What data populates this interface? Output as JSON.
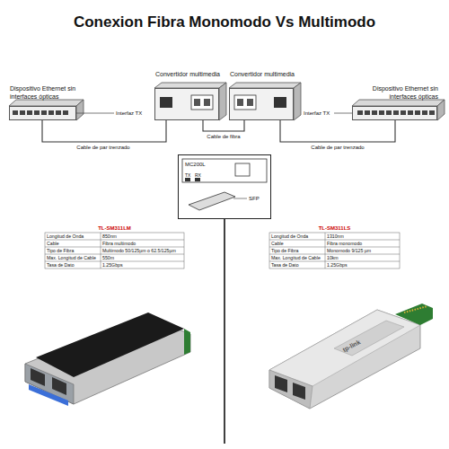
{
  "diagram": {
    "title": "Conexion Fibra Monomodo Vs Multimodo",
    "nodes": [
      {
        "text": [
          "Dispositivo Ethernet sin interfaces ópticas"
        ]
      },
      {
        "text": [
          "Convertidor multimedia"
        ]
      },
      {
        "text": [
          "Convertidor multimedia"
        ]
      },
      {
        "text": [
          "Dispositivo Ethernet sin interfaces ópticas"
        ]
      },
      {
        "text": [
          "MC200L",
          "TX",
          "RX",
          "SFP"
        ]
      }
    ],
    "edges": [
      {
        "from": 0,
        "to": 1,
        "label": "Cable de par trenzado",
        "arrow": "none"
      },
      {
        "from": 1,
        "to": 2,
        "label": "Cable de fibra",
        "arrow": "none"
      },
      {
        "from": 2,
        "to": 3,
        "label": "Cable de par trenzado",
        "arrow": "none"
      }
    ],
    "labels": [
      "Interfaz TX",
      "Interfaz TX",
      "TL-SM311LM",
      "Longitud de Onda",
      "850nm",
      "Cable",
      "Fibra multimodo",
      "Tipo de Fibra",
      "Multimodo 50/125µm o 62.5/125µm",
      "Max. Longitud de Cable",
      "550m",
      "Tasa de Dato",
      "1.25Gbps",
      "TL-SM311LS",
      "Longitud de Onda",
      "1310nm",
      "Cable",
      "Fibra monomodo",
      "Tipo de Fibra",
      "Monomodo 9/125 µm",
      "Max. Longitud de Cable",
      "10km",
      "Tasa de Dato",
      "1.25Gbps",
      "TP-LINK",
      "tp-link"
    ]
  }
}
